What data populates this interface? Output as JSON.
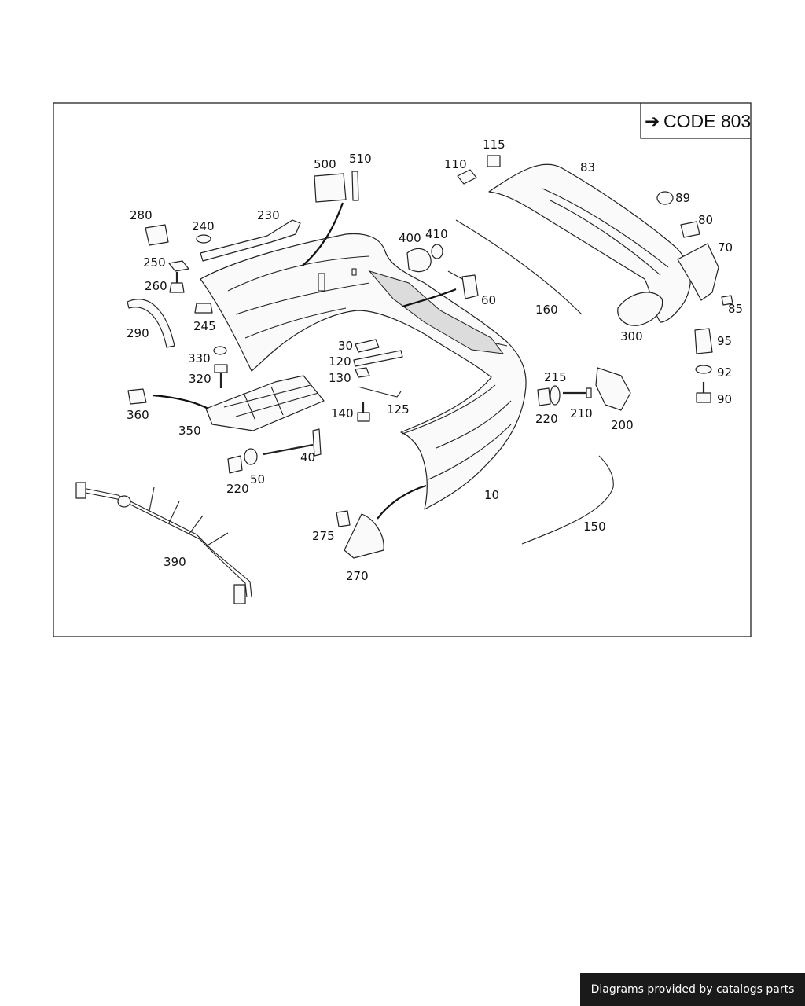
{
  "code_box": {
    "arrow": "➔",
    "text": "CODE 803"
  },
  "footer": {
    "text": "Diagrams provided by catalogs parts"
  },
  "labels": {
    "p10": "10",
    "p30": "30",
    "p40": "40",
    "p50": "50",
    "p60": "60",
    "p70": "70",
    "p80": "80",
    "p83": "83",
    "p85": "85",
    "p89": "89",
    "p90": "90",
    "p92": "92",
    "p95": "95",
    "p110": "110",
    "p115": "115",
    "p120": "120",
    "p125": "125",
    "p130": "130",
    "p140": "140",
    "p150": "150",
    "p160": "160",
    "p200": "200",
    "p210": "210",
    "p215": "215",
    "p220a": "220",
    "p220b": "220",
    "p230": "230",
    "p240": "240",
    "p245": "245",
    "p250": "250",
    "p260": "260",
    "p270": "270",
    "p275": "275",
    "p280": "280",
    "p290": "290",
    "p300": "300",
    "p320": "320",
    "p330": "330",
    "p350": "350",
    "p360": "360",
    "p390": "390",
    "p400": "400",
    "p410": "410",
    "p500": "500",
    "p510": "510"
  }
}
